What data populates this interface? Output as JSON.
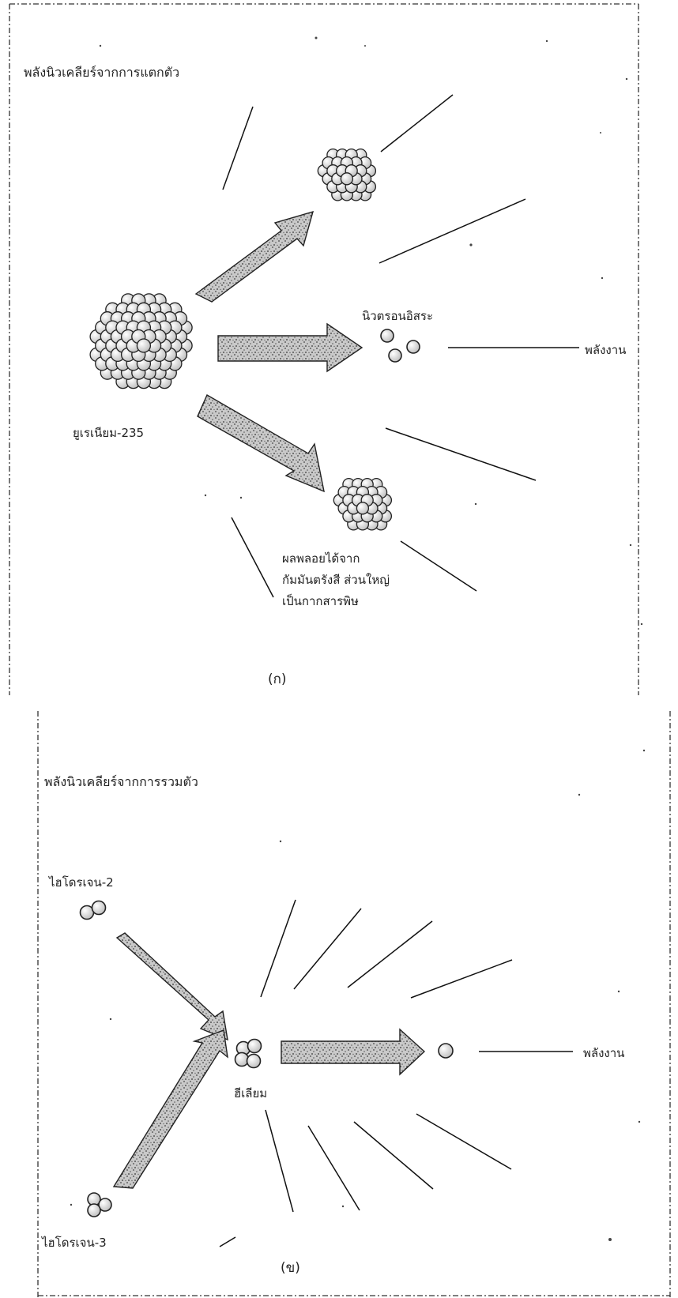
{
  "fission": {
    "title": "พลังนิวเคลียร์จากการแตกตัว",
    "uranium_label": "ยูเรเนียม-235",
    "neutron_label": "นิวตรอนอิสระ",
    "energy_label": "พลังงาน",
    "byproduct_lines": [
      "ผลพลอยได้จาก",
      "กัมมันตรังสี ส่วนใหญ่",
      "เป็นกากสารพิษ"
    ],
    "caption": "(ก)"
  },
  "fusion": {
    "title": "พลังนิวเคลียร์จากการรวมตัว",
    "h2_label": "ไฮโดรเจน-2",
    "h3_label": "ไฮโดรเจน-3",
    "helium_label": "ฮีเลียม",
    "energy_label": "พลังงาน",
    "caption": "(ข)"
  }
}
